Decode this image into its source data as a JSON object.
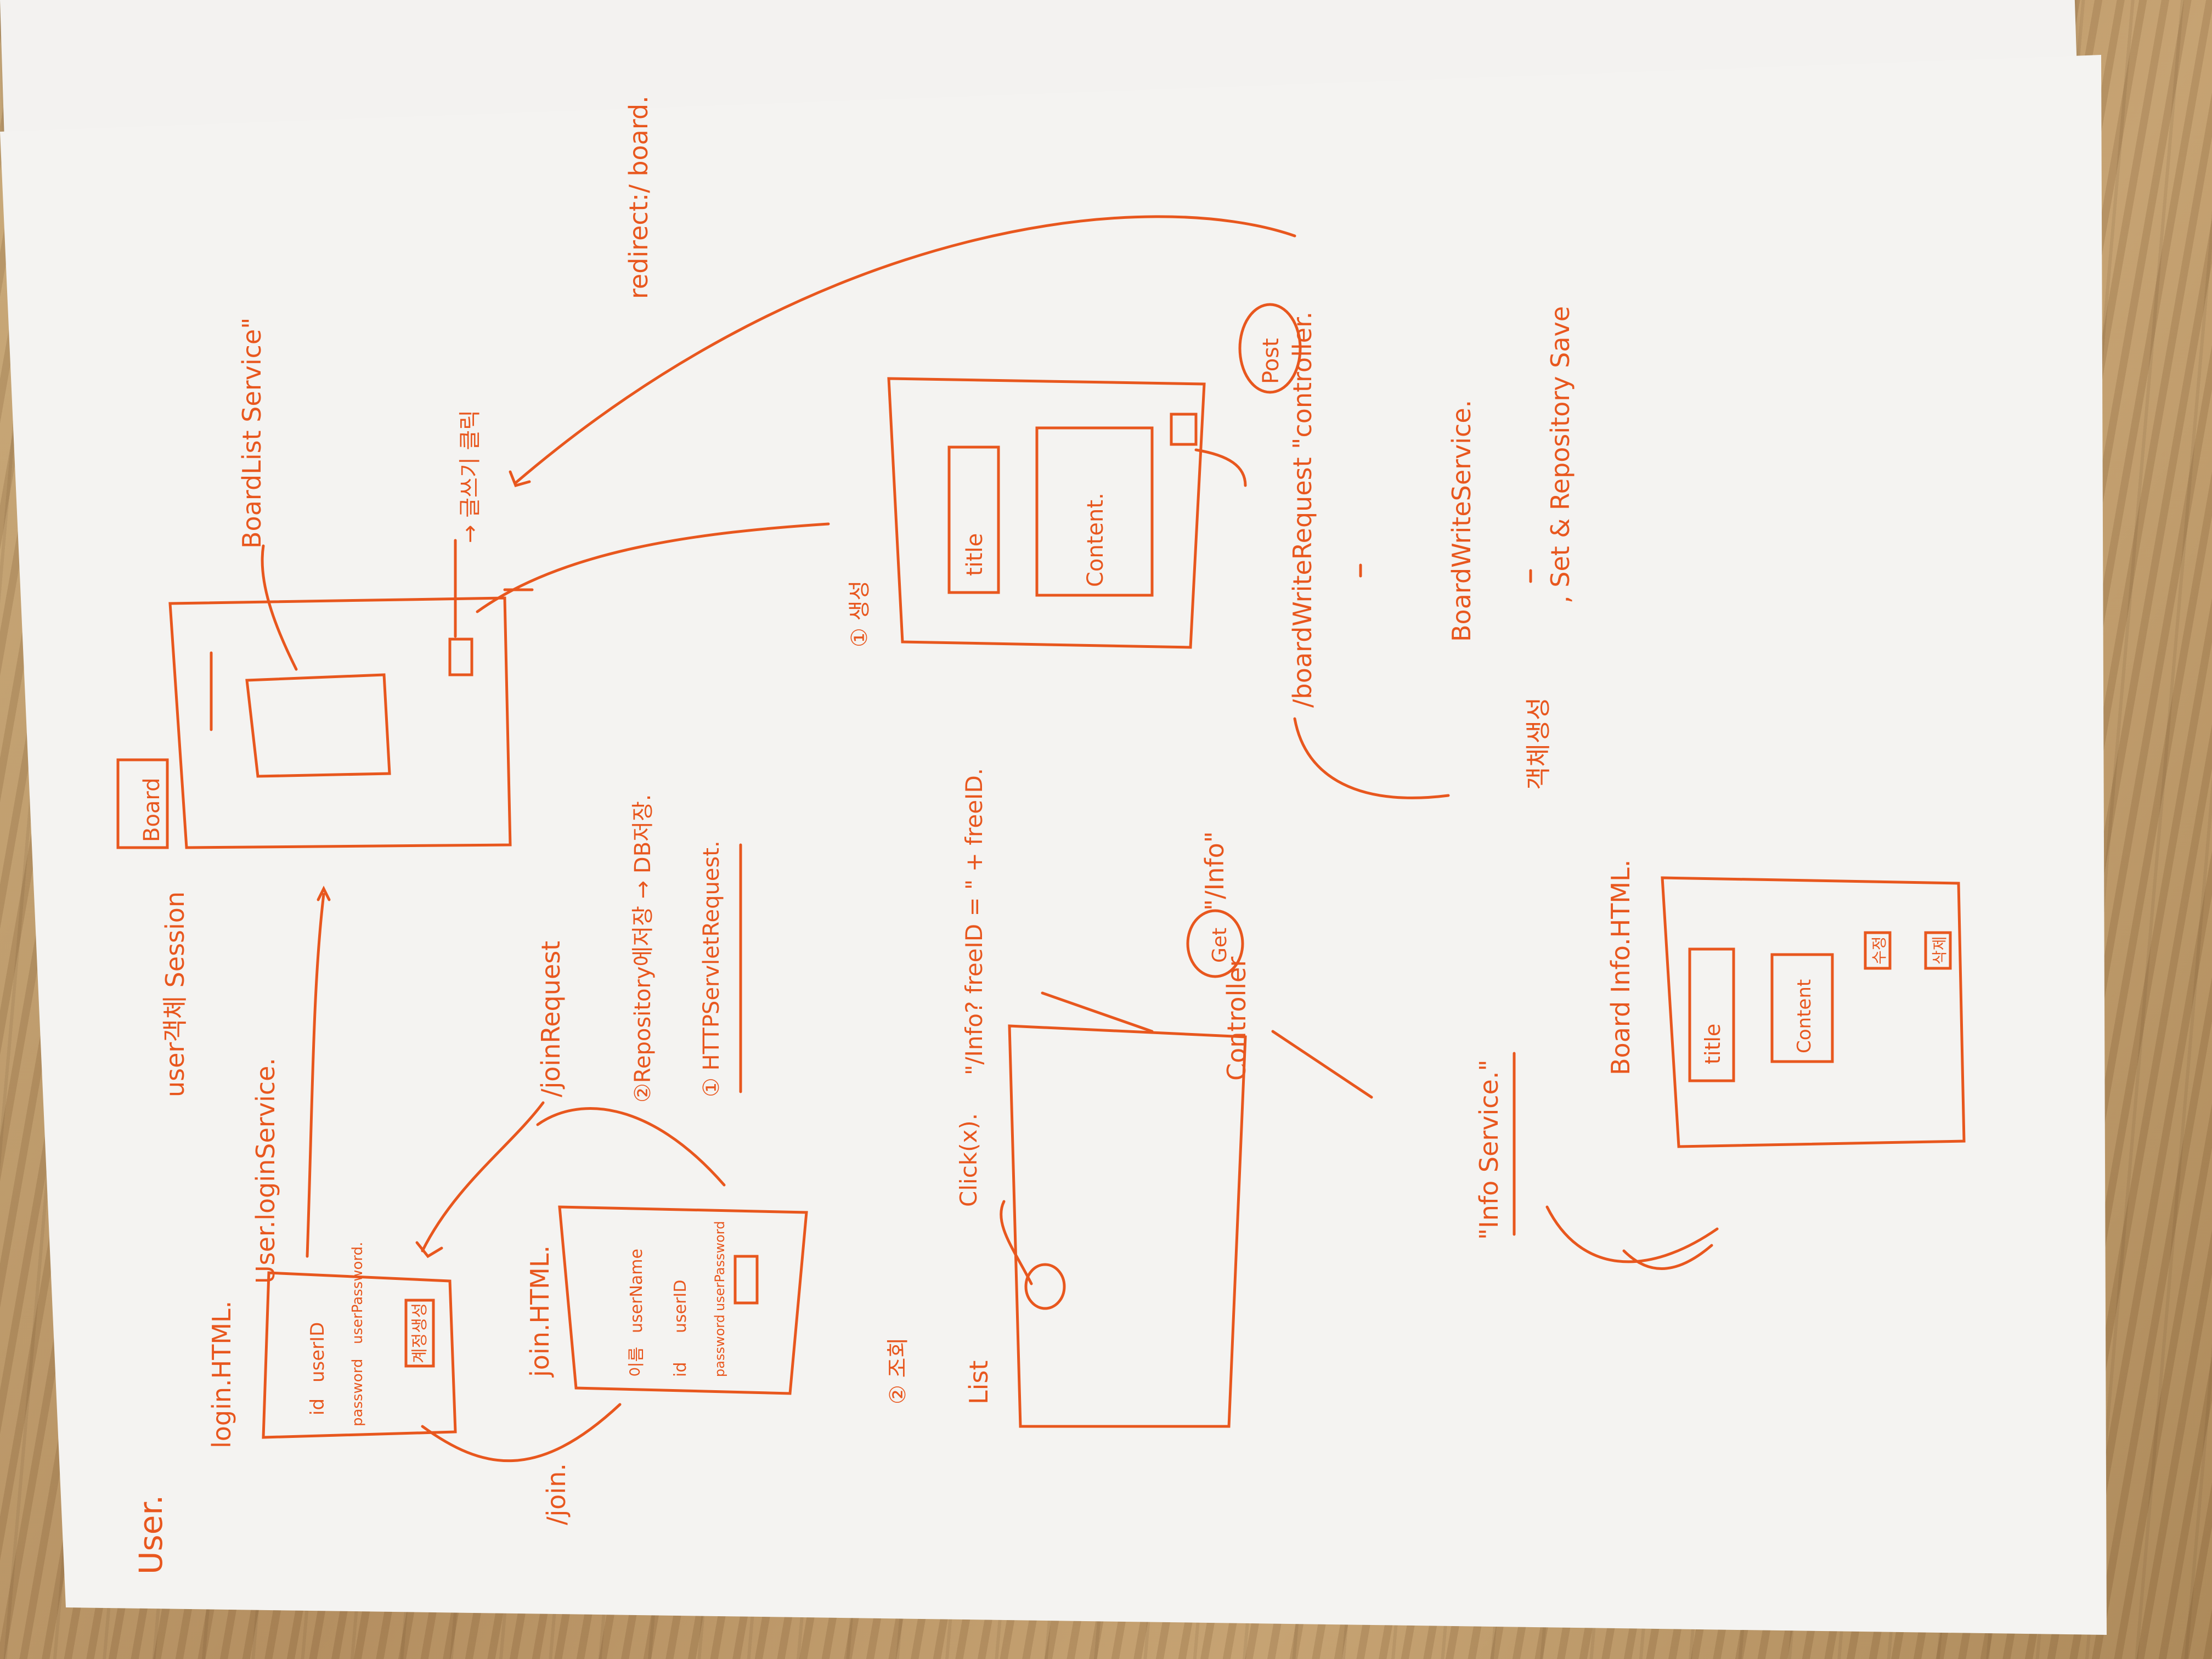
{
  "labels": {
    "user": "User.",
    "user_session": "user객체 Session",
    "user_login_service": "User.loginService.",
    "login_html": "login.HTML.",
    "login_id": "id",
    "login_id_value": "userID",
    "login_password": "password",
    "login_password_value": "userPassword.",
    "signup_button": "계정생성",
    "join": "/join.",
    "join_html": "join.HTML.",
    "join_name": "이름",
    "join_name_value": "userName",
    "join_id": "id",
    "join_id_value": "userID",
    "join_password": "password",
    "join_password_value": "userPassword",
    "join_request": "/joinRequest",
    "repository_save": "②Repository에저장 → DB저장.",
    "http_servlet_request": "① HTTPServletRequest.",
    "board": "Board",
    "board_list_service": "BoardList Service\"",
    "write_click": "→ 글쓰기 클릭",
    "redirect": "redirect:/ board.",
    "create": "① 생성",
    "title": "title",
    "content": "Content.",
    "post": "Post",
    "board_write_request": "/boardWriteRequest \"controller.",
    "board_write_service": "BoardWriteService.",
    "object_create": "객체생성",
    "set_repository_save": ", Set & Repository Save",
    "view": "② 조회",
    "list": "List",
    "click": "Click(x).",
    "info_path": "\"/Info? freeID = \" + freeID.",
    "controller": "Controller",
    "get": "Get",
    "info_get": "\"/Info\"",
    "info_service": "\"Info Service.\"",
    "board_info_html": "Board Info.HTML.",
    "info_title": "title",
    "info_content": "Content",
    "edit_button": "수정",
    "delete_button": "삭제"
  },
  "colors": {
    "ink": "#e8571e",
    "paper": "#f3f2f0"
  }
}
